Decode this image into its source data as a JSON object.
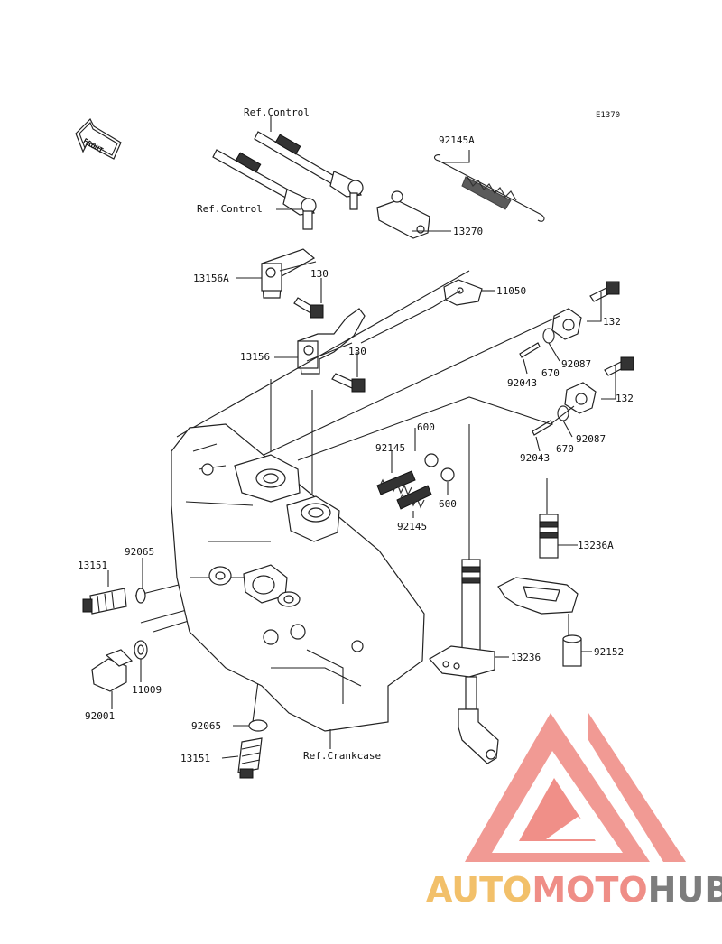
{
  "diagram_code": "E1370",
  "front_label": "FRONT",
  "labels": {
    "ref_control_top": "Ref.Control",
    "ref_control_mid": "Ref.Control",
    "ref_crankcase": "Ref.Crankcase",
    "p92145A": "92145A",
    "p13270": "13270",
    "p13156A": "13156A",
    "p130a": "130",
    "p130b": "130",
    "p13156": "13156",
    "p11050": "11050",
    "p132a": "132",
    "p132b": "132",
    "p92087a": "92087",
    "p92087b": "92087",
    "p670a": "670",
    "p670b": "670",
    "p92043a": "92043",
    "p92043b": "92043",
    "p600a": "600",
    "p600b": "600",
    "p92145a": "92145",
    "p92145b": "92145",
    "p13236A": "13236A",
    "p13236": "13236",
    "p92152": "92152",
    "p13151a": "13151",
    "p13151b": "13151",
    "p92065a": "92065",
    "p92065b": "92065",
    "p11009": "11009",
    "p92001": "92001"
  },
  "watermark": {
    "part1": "AUTO",
    "part2": "MOTO",
    "part3": "HUB",
    "colors": {
      "auto": "#f2c06a",
      "moto": "#ef8e87",
      "hub": "#7d7d7d",
      "logo": "#f08f88"
    }
  }
}
